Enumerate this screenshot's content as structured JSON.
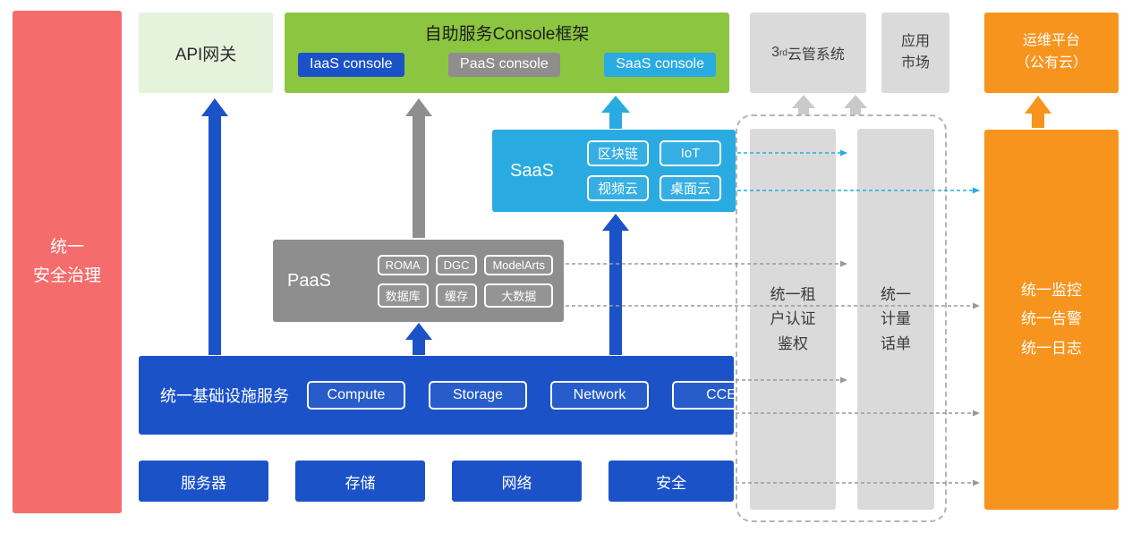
{
  "colors": {
    "security_red": "#F56C6C",
    "api_light_green": "#E5F2DC",
    "console_green": "#8CC540",
    "primary_blue": "#1B52C8",
    "paas_gray": "#8E8E8E",
    "panel_light_gray": "#DADADA",
    "saas_cyan": "#29ABE2",
    "ops_orange": "#F7941E"
  },
  "security_rail": {
    "label": "统一\n安全治理"
  },
  "api_gateway": {
    "label": "API网关"
  },
  "console_framework": {
    "title": "自助服务Console框架",
    "consoles": [
      {
        "label": "IaaS console",
        "color": "#1B52C8"
      },
      {
        "label": "PaaS console",
        "color": "#8E8E8E"
      },
      {
        "label": "SaaS console",
        "color": "#29ABE2"
      }
    ]
  },
  "third_party": {
    "prefix": "3",
    "sup": "rd",
    "suffix": "云管系统"
  },
  "app_market": {
    "label": "应用\n市场"
  },
  "ops_platform": {
    "label": "运维平台\n（公有云）"
  },
  "saas": {
    "label": "SaaS",
    "chips": [
      "区块链",
      "IoT",
      "视频云",
      "桌面云"
    ]
  },
  "paas": {
    "label": "PaaS",
    "chips": [
      "ROMA",
      "DGC",
      "ModelArts",
      "数据库",
      "缓存",
      "大数据"
    ]
  },
  "infrastructure": {
    "label": "统一基础设施服务",
    "chips": [
      "Compute",
      "Storage",
      "Network",
      "CCE"
    ]
  },
  "hardware": {
    "items": [
      "服务器",
      "存储",
      "网络",
      "安全"
    ]
  },
  "auth_bar": {
    "label": "统一租\n户认证\n鉴权"
  },
  "metering_bar": {
    "label": "统一\n计量\n话单"
  },
  "monitoring": {
    "label": "统一监控\n统一告警\n统一日志"
  }
}
